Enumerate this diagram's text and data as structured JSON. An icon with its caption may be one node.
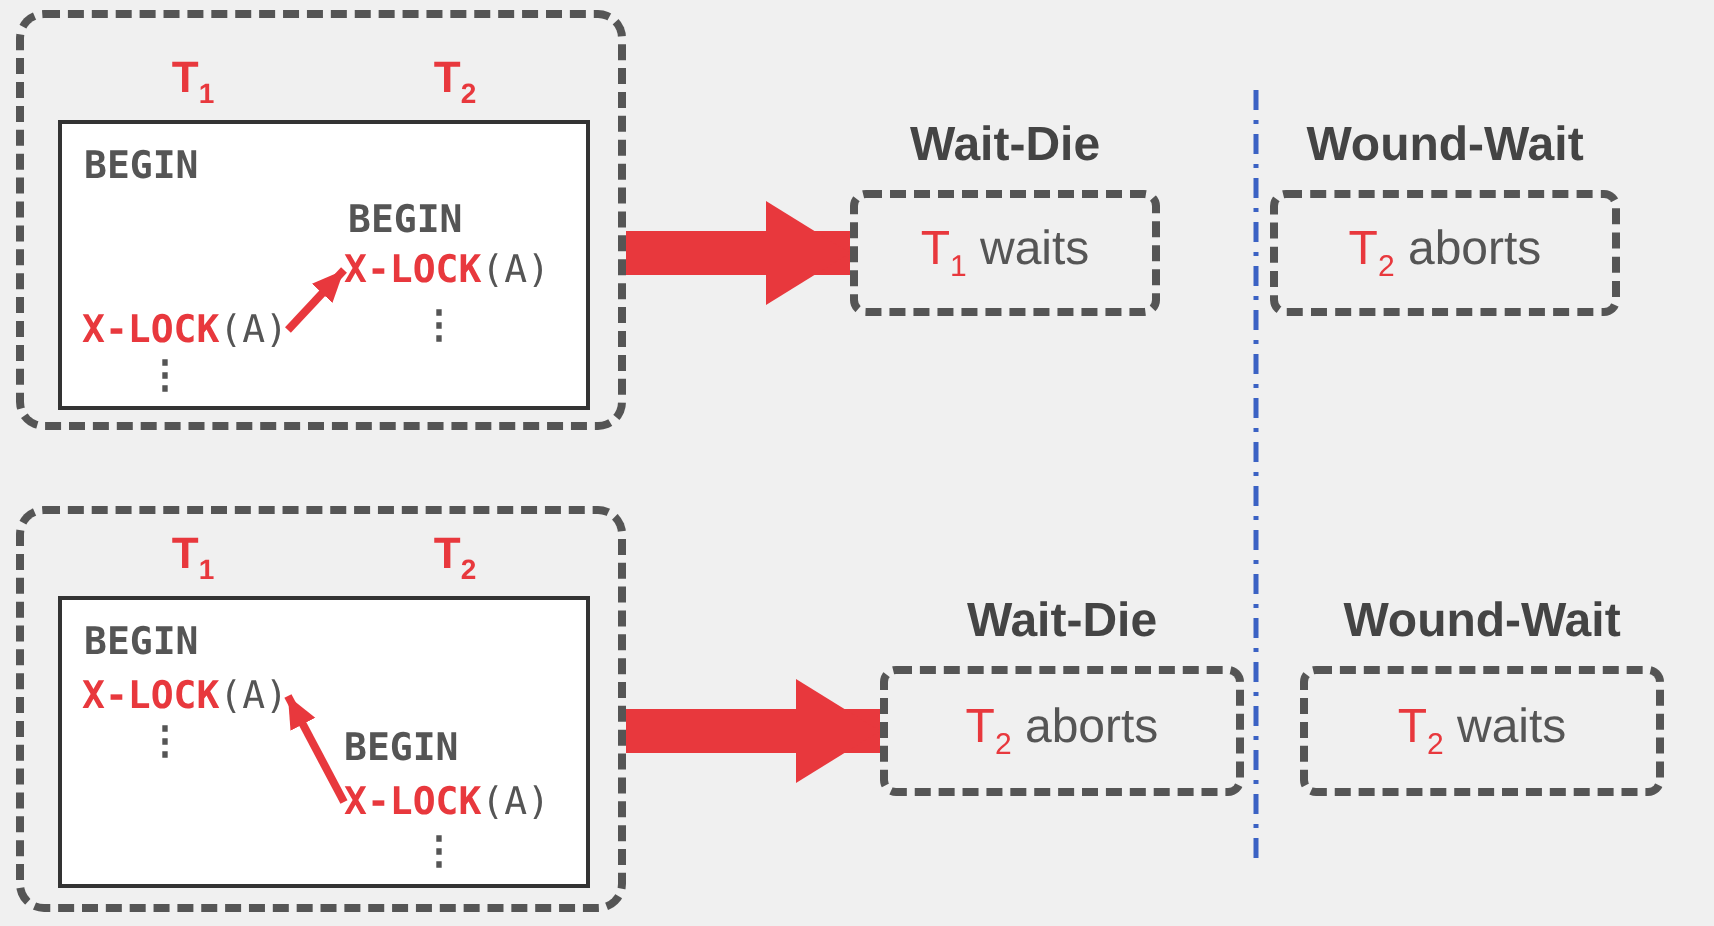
{
  "diagram": {
    "nodes": [
      {
        "text": [],
        "shape": "box"
      },
      {
        "text": [
          "T$_{1}$",
          "BEGIN",
          "⋮"
        ],
        "in": 0
      },
      {
        "text": [
          "X-LOCK",
          "(A)"
        ],
        "in": 1
      },
      {
        "text": [
          "T$_{2}$",
          "BEGIN",
          "⋮"
        ],
        "in": 0
      },
      {
        "text": [
          "X-LOCK",
          "(A)"
        ],
        "in": 3
      },
      {
        "text": [
          "Wait-Die",
          "T$_{1}$ waits"
        ]
      },
      {
        "text": [
          "Wound-Wait",
          "T$_{2}$ aborts"
        ]
      },
      {
        "text": [],
        "shape": "box"
      },
      {
        "text": [
          "T$_{1}$",
          "BEGIN",
          "⋮"
        ],
        "in": 7
      },
      {
        "text": [
          "X-LOCK",
          "(A)"
        ],
        "in": 8
      },
      {
        "text": [
          "T$_{2}$",
          "BEGIN",
          "⋮"
        ],
        "in": 7
      },
      {
        "text": [
          "X-LOCK",
          "(A)"
        ],
        "in": 10
      },
      {
        "text": [
          "Wait-Die",
          "T$_{2}$ aborts"
        ]
      },
      {
        "text": [
          "Wound-Wait",
          "T$_{2}$ waits"
        ]
      }
    ],
    "edges": [
      {
        "from": 2,
        "to": 4,
        "arrow": "to"
      },
      {
        "from": 0,
        "to": 5,
        "arrow": "to",
        "style": "thick"
      },
      {
        "from": 11,
        "to": 9,
        "arrow": "to"
      },
      {
        "from": 7,
        "to": 12,
        "arrow": "to",
        "style": "thick"
      }
    ]
  }
}
